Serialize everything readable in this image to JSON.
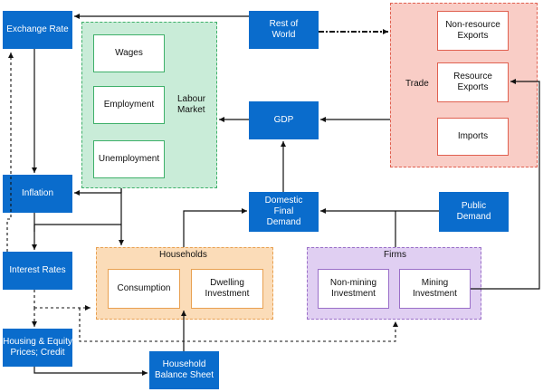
{
  "nodes": {
    "exchange_rate": "Exchange Rate",
    "inflation": "Inflation",
    "interest_rates": "Interest Rates",
    "housing_equity": [
      "Housing & Equity",
      "Prices; Credit"
    ],
    "household_balance_sheet": [
      "Household",
      "Balance Sheet"
    ],
    "rest_of_world": [
      "Rest of",
      "World"
    ],
    "gdp": "GDP",
    "domestic_final_demand": [
      "Domestic",
      "Final",
      "Demand"
    ],
    "public_demand": [
      "Public",
      "Demand"
    ]
  },
  "labour_market": {
    "title": [
      "Labour",
      "Market"
    ],
    "items": [
      "Wages",
      "Employment",
      "Unemployment"
    ]
  },
  "trade": {
    "title": "Trade",
    "items": [
      [
        "Non-resource",
        "Exports"
      ],
      [
        "Resource",
        "Exports"
      ],
      [
        "Imports"
      ]
    ]
  },
  "households": {
    "title": "Households",
    "items": [
      [
        "Consumption"
      ],
      [
        "Dwelling",
        "Investment"
      ]
    ]
  },
  "firms": {
    "title": "Firms",
    "items": [
      [
        "Non-mining",
        "Investment"
      ],
      [
        "Mining",
        "Investment"
      ]
    ]
  },
  "colors": {
    "node_blue": "#0a6ccc",
    "labour_fill": "#c9ecd8",
    "labour_border": "#3fb06a",
    "trade_fill": "#f9cdc6",
    "trade_border": "#e06050",
    "households_fill": "#fbdcb8",
    "households_border": "#e8a050",
    "firms_fill": "#e0cff2",
    "firms_border": "#9a6fc8",
    "arrow": "#111111"
  }
}
